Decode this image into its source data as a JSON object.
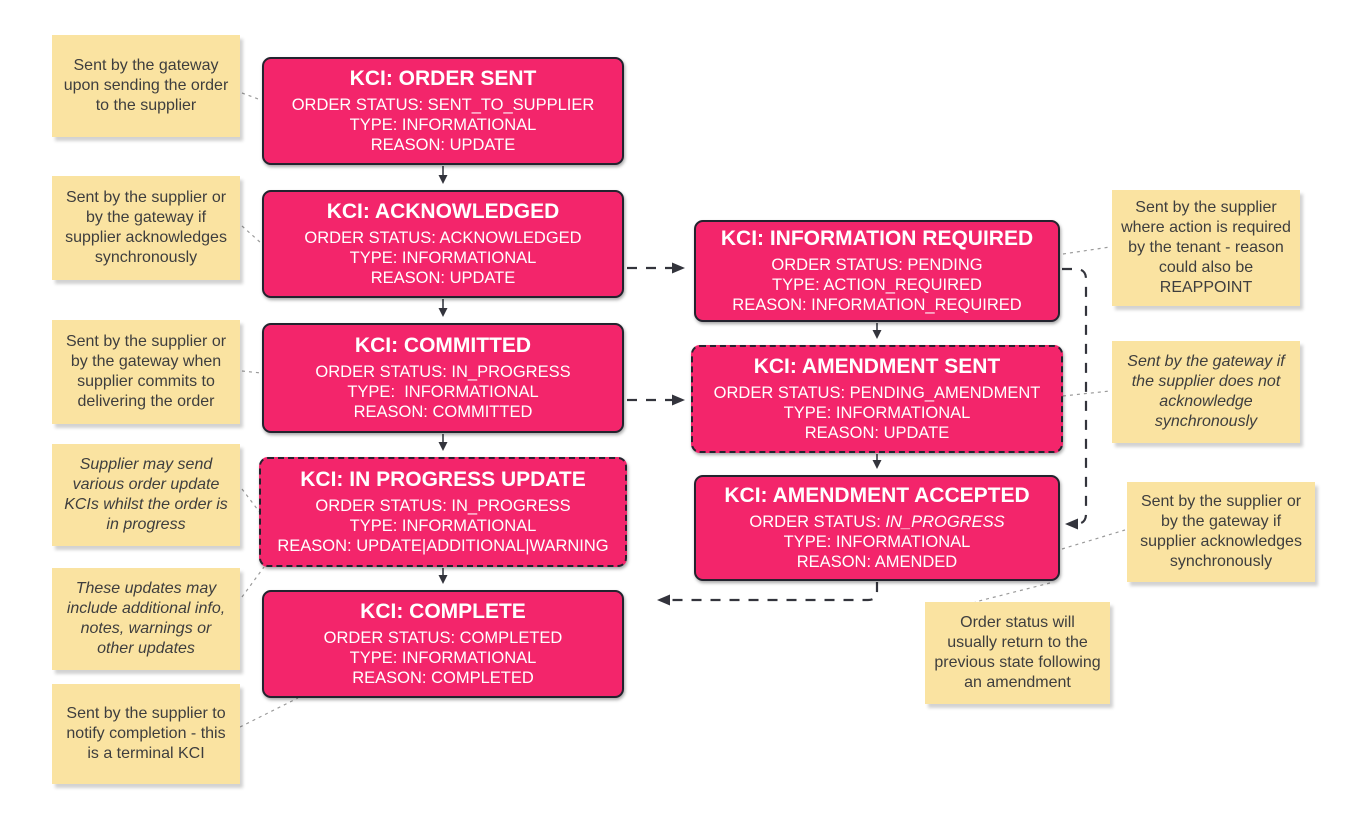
{
  "title": "KCI order lifecycle flow",
  "colors": {
    "box_fill": "#f3256b",
    "box_border": "#23232e",
    "note_fill": "#fae3a1",
    "note_text": "#3e3e3e",
    "box_text": "#ffffff",
    "arrow": "#33343c",
    "connector": "#9a9a9a",
    "background": "#ffffff"
  },
  "left_notes": [
    {
      "text": "Sent by the gateway upon sending the order to the supplier",
      "italic": false
    },
    {
      "text": "Sent by the supplier or by the gateway if supplier acknowledges synchronously",
      "italic": false
    },
    {
      "text": "Sent by the supplier or by the gateway when supplier commits to delivering the order",
      "italic": false
    },
    {
      "text": "Supplier may send various order update KCIs whilst the order is in progress",
      "italic": true
    },
    {
      "text": "These updates may include additional info, notes, warnings or other updates",
      "italic": true
    },
    {
      "text": "Sent by the supplier to notify completion - this is a terminal KCI",
      "italic": false
    }
  ],
  "left_boxes": [
    {
      "title": "KCI: ORDER SENT",
      "lines": [
        "ORDER STATUS: SENT_TO_SUPPLIER",
        "TYPE: INFORMATIONAL",
        "REASON: UPDATE"
      ],
      "dashed": false
    },
    {
      "title": "KCI: ACKNOWLEDGED",
      "lines": [
        "ORDER STATUS: ACKNOWLEDGED",
        "TYPE: INFORMATIONAL",
        "REASON: UPDATE"
      ],
      "dashed": false
    },
    {
      "title": "KCI: COMMITTED",
      "lines": [
        "ORDER STATUS: IN_PROGRESS",
        "TYPE:  INFORMATIONAL",
        "REASON: COMMITTED"
      ],
      "dashed": false
    },
    {
      "title": "KCI: IN PROGRESS UPDATE",
      "lines": [
        "ORDER STATUS: IN_PROGRESS",
        "TYPE: INFORMATIONAL",
        "REASON: UPDATE|ADDITIONAL|WARNING"
      ],
      "dashed": true
    },
    {
      "title": "KCI: COMPLETE",
      "lines": [
        "ORDER STATUS: COMPLETED",
        "TYPE: INFORMATIONAL",
        "REASON: COMPLETED"
      ],
      "dashed": false
    }
  ],
  "right_boxes": [
    {
      "title": "KCI: INFORMATION REQUIRED",
      "lines": [
        "ORDER STATUS: PENDING",
        "TYPE: ACTION_REQUIRED",
        "REASON: INFORMATION_REQUIRED"
      ],
      "dashed": false
    },
    {
      "title": "KCI: AMENDMENT SENT",
      "lines": [
        "ORDER STATUS: PENDING_AMENDMENT",
        "TYPE: INFORMATIONAL",
        "REASON: UPDATE"
      ],
      "dashed": true
    },
    {
      "title": "KCI: AMENDMENT ACCEPTED",
      "lines": [
        "ORDER STATUS: ",
        "TYPE: INFORMATIONAL",
        "REASON: AMENDED"
      ],
      "status_italic": "IN_PROGRESS",
      "dashed": false
    }
  ],
  "right_notes": [
    {
      "text": "Sent by the supplier where action is required by the tenant - reason could also be REAPPOINT",
      "italic": false
    },
    {
      "text": "Sent by the gateway if the supplier does not acknowledge synchronously",
      "italic": true
    },
    {
      "text": "Sent by the supplier or by the gateway if supplier acknowledges synchronously",
      "italic": false
    },
    {
      "text": "Order status will usually return to the previous state following an amendment",
      "italic": false
    }
  ]
}
